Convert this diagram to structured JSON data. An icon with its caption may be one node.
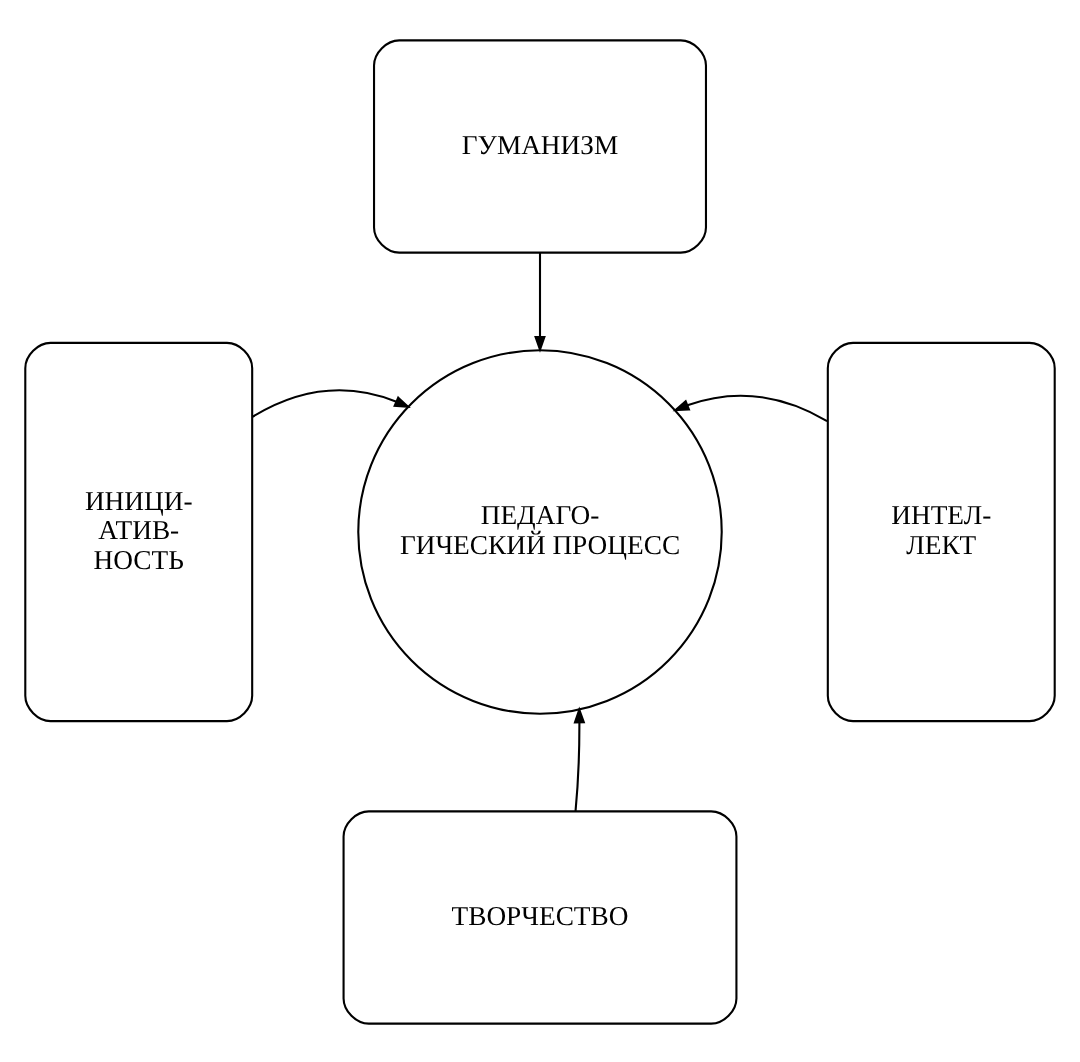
{
  "diagram": {
    "nodes": [
      {
        "text": [
          "ГУМАНИЗМ"
        ]
      },
      {
        "text": [
          "ИНИЦИ- АТИВ- НОСТЬ"
        ]
      },
      {
        "text": [
          "ПЕДАГО- ГИЧЕСКИЙ ПРОЦЕСС"
        ]
      },
      {
        "text": [
          "ИНТЕЛ- ЛЕКТ"
        ]
      },
      {
        "text": [
          "ТВОРЧЕСТВО"
        ]
      }
    ],
    "edges": [
      {
        "from": 0,
        "to": 2,
        "arrow": "to"
      },
      {
        "from": 1,
        "to": 2,
        "arrow": "to"
      },
      {
        "from": 3,
        "to": 2,
        "arrow": "to"
      },
      {
        "from": 4,
        "to": 2,
        "arrow": "to"
      }
    ]
  }
}
